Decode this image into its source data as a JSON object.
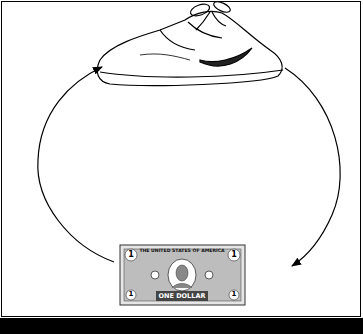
{
  "diagram": {
    "labels": [
      "THE UNITED STATES OF AMERICA",
      "ONE DOLLAR",
      "1",
      "1",
      "1",
      "1"
    ]
  }
}
